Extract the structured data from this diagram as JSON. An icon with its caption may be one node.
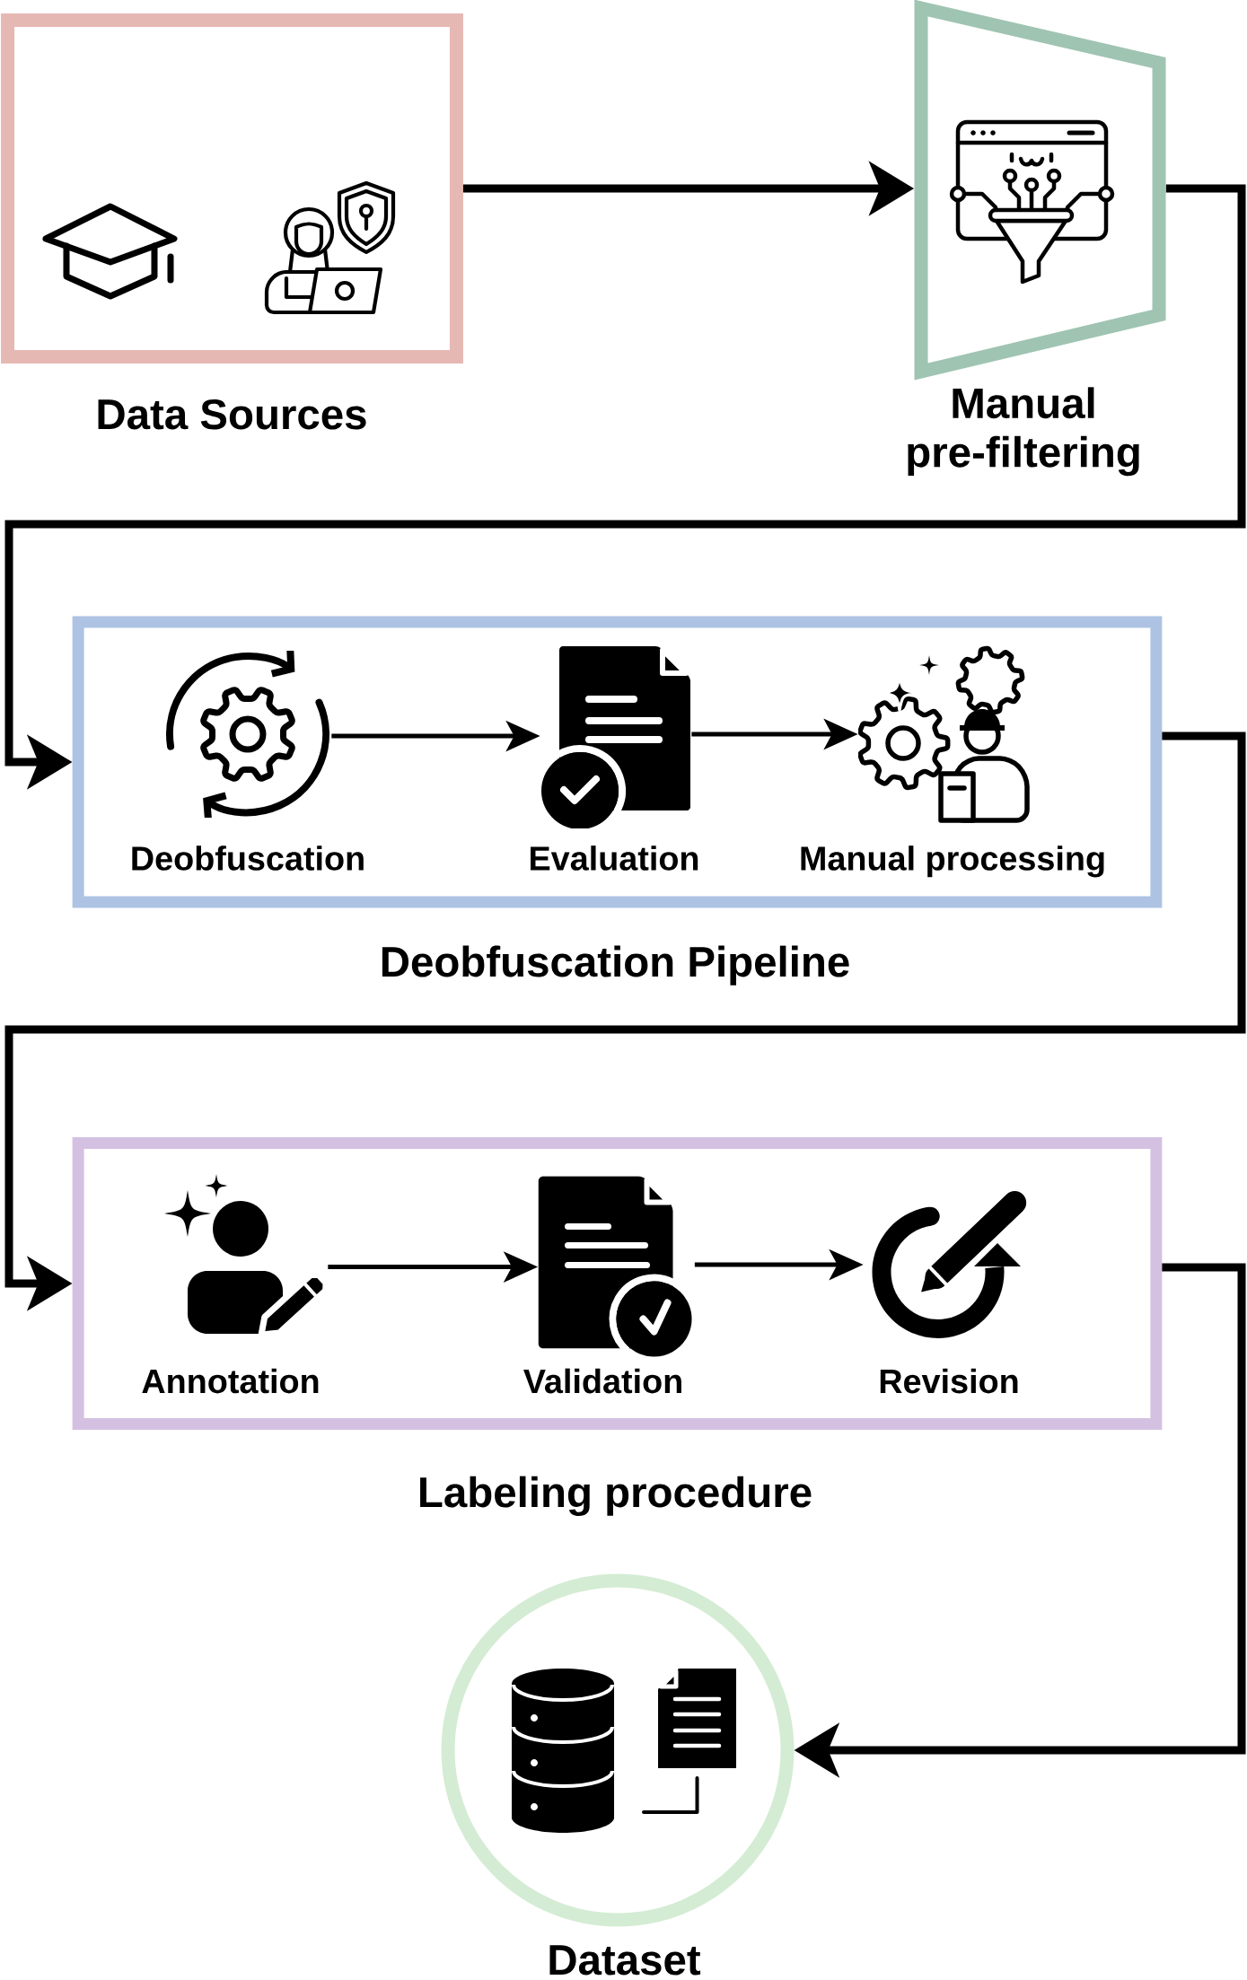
{
  "diagram": {
    "nodes": [
      {
        "text": [
          "Data Sources"
        ]
      },
      {
        "text": [
          "Manual pre-filtering"
        ]
      },
      {
        "text": [
          "Deobfuscation Pipeline"
        ]
      },
      {
        "text": [
          "Deobfuscation"
        ],
        "in": 2
      },
      {
        "text": [
          "Evaluation"
        ],
        "in": 2
      },
      {
        "text": [
          "Manual processing"
        ],
        "in": 2
      },
      {
        "text": [
          "Labeling procedure"
        ]
      },
      {
        "text": [
          "Annotation"
        ],
        "in": 6
      },
      {
        "text": [
          "Validation"
        ],
        "in": 6
      },
      {
        "text": [
          "Revision"
        ],
        "in": 6
      },
      {
        "text": [
          "Dataset"
        ]
      }
    ],
    "edges": [
      {
        "from": 0,
        "to": 1,
        "arrow": "to",
        "style": "thick"
      },
      {
        "from": 1,
        "to": 2,
        "arrow": "to",
        "style": "thick"
      },
      {
        "from": 3,
        "to": 4,
        "arrow": "to"
      },
      {
        "from": 4,
        "to": 5,
        "arrow": "to"
      },
      {
        "from": 2,
        "to": 6,
        "arrow": "to",
        "style": "thick"
      },
      {
        "from": 7,
        "to": 8,
        "arrow": "to"
      },
      {
        "from": 8,
        "to": 9,
        "arrow": "to"
      },
      {
        "from": 6,
        "to": 10,
        "arrow": "to",
        "style": "thick"
      }
    ]
  }
}
